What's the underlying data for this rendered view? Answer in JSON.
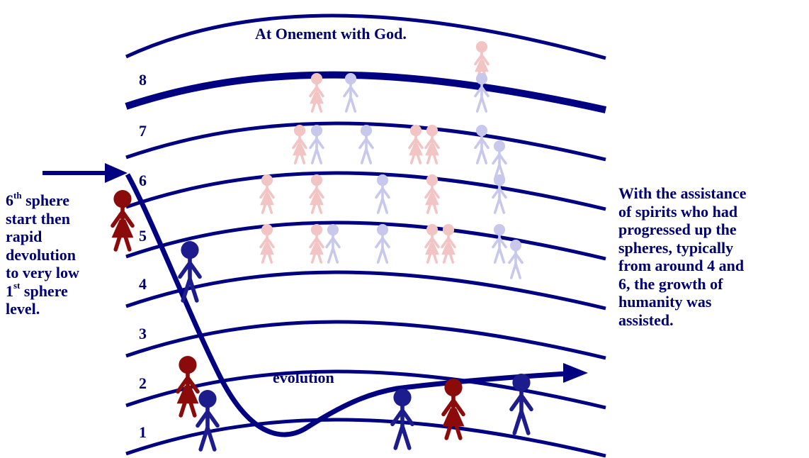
{
  "title": "At Onement with God.",
  "sphere_labels": [
    "1",
    "2",
    "3",
    "4",
    "5",
    "6",
    "7",
    "8"
  ],
  "curve_label": "evolution",
  "left_note": {
    "lines": [
      {
        "text": "6",
        "sup": "th",
        "rest": " sphere"
      },
      {
        "text": "start then"
      },
      {
        "text": "rapid"
      },
      {
        "text": "devolution"
      },
      {
        "text": "to very low"
      },
      {
        "text": "1",
        "sup": "st",
        "rest": " sphere"
      },
      {
        "text": "level."
      }
    ]
  },
  "right_note": {
    "lines": [
      "With the assistance",
      "of spirits who had",
      "progressed up the",
      "spheres, typically",
      "from around 4 and",
      "6, the growth of",
      "humanity was",
      "assisted."
    ]
  },
  "colors": {
    "line": "#000080",
    "male": "#1c1c8c",
    "female": "#8b0a0a",
    "male_faded": "#c8c8ec",
    "female_faded": "#f2c4c4"
  }
}
